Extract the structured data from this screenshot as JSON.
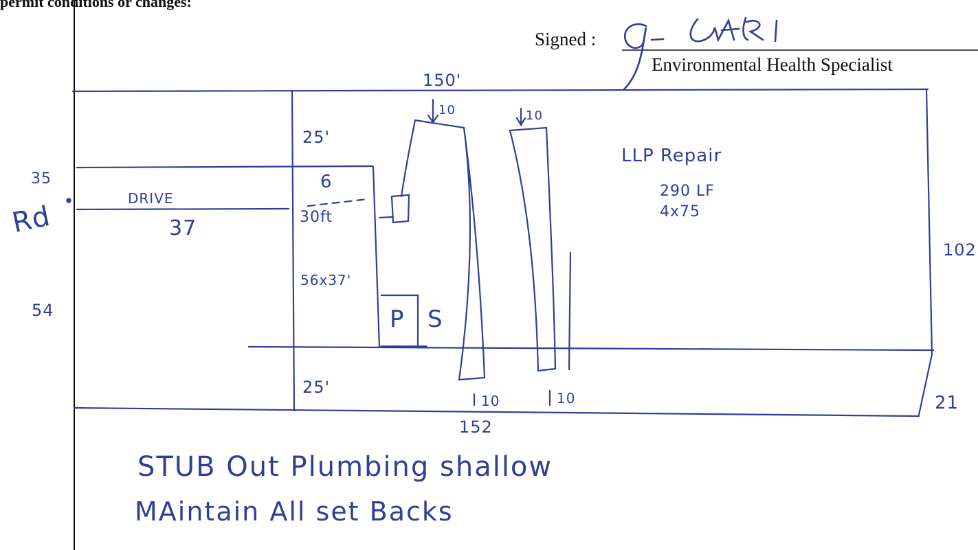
{
  "form": {
    "header_fragment": "permit conditions or changes:",
    "signed_label": "Signed :",
    "signer_title": "Environmental Health Specialist"
  },
  "sketch": {
    "ink_color": "#2f3f96",
    "lot_labels": {
      "road": "Rd",
      "left_top": "35",
      "left_bottom": "54",
      "right": "102",
      "bottom": "152",
      "bottom_right": "21",
      "top": "150'"
    },
    "driveway": {
      "label": "DRIVE",
      "length": "37"
    },
    "house": {
      "setback_top": "25'",
      "setback_bottom": "25'",
      "setback_side": "6",
      "setback_tank": "30ft",
      "size": "56x37'",
      "porch": "P",
      "tank_symbol": "S"
    },
    "field_setbacks": [
      "10",
      "10",
      "10",
      "10"
    ],
    "notes": {
      "repair_title": "LLP Repair",
      "repair_length": "290 LF",
      "repair_size": "4x75",
      "line1": "STUB Out Plumbing shallow",
      "line2": "MAintain All set Backs"
    }
  }
}
